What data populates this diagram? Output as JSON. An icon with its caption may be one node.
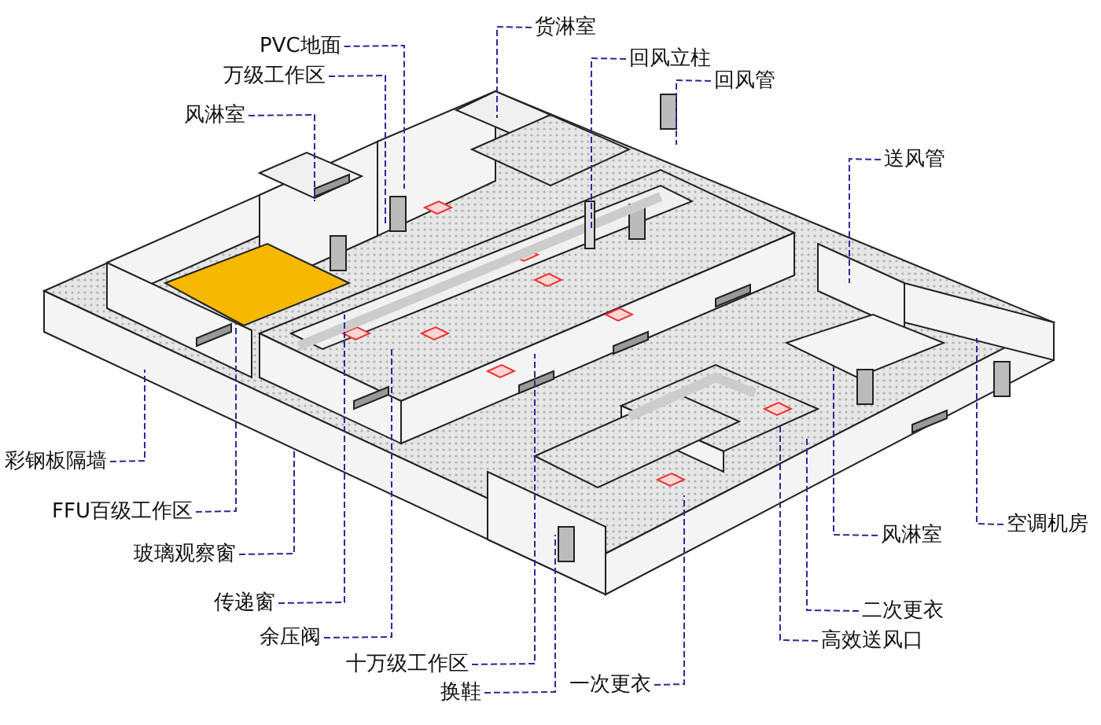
{
  "diagram": {
    "nodes": [
      {
        "text": [
          "PVC地面"
        ]
      },
      {
        "text": [
          "万级工作区"
        ]
      },
      {
        "text": [
          "风淋室"
        ]
      },
      {
        "text": [
          "货淋室"
        ]
      },
      {
        "text": [
          "回风立柱"
        ]
      },
      {
        "text": [
          "回风管"
        ]
      },
      {
        "text": [
          "送风管"
        ]
      },
      {
        "text": [
          "彩钢板隔墙"
        ]
      },
      {
        "text": [
          "FFU百级工作区"
        ]
      },
      {
        "text": [
          "玻璃观察窗"
        ]
      },
      {
        "text": [
          "传递窗"
        ]
      },
      {
        "text": [
          "余压阀"
        ]
      },
      {
        "text": [
          "十万级工作区"
        ]
      },
      {
        "text": [
          "换鞋"
        ]
      },
      {
        "text": [
          "一次更衣"
        ]
      },
      {
        "text": [
          "风淋室"
        ]
      },
      {
        "text": [
          "二次更衣"
        ]
      },
      {
        "text": [
          "高效送风口"
        ]
      },
      {
        "text": [
          "空调机房"
        ]
      }
    ],
    "edges": [
      {
        "from": 0,
        "to": null,
        "arrow": "none",
        "style": "dashed"
      },
      {
        "from": 1,
        "to": null,
        "arrow": "none",
        "style": "dashed"
      },
      {
        "from": 2,
        "to": null,
        "arrow": "none",
        "style": "dashed"
      },
      {
        "from": 3,
        "to": null,
        "arrow": "none",
        "style": "dashed"
      },
      {
        "from": 4,
        "to": null,
        "arrow": "none",
        "style": "dashed"
      },
      {
        "from": 5,
        "to": null,
        "arrow": "none",
        "style": "dashed"
      },
      {
        "from": 6,
        "to": null,
        "arrow": "none",
        "style": "dashed"
      },
      {
        "from": 7,
        "to": null,
        "arrow": "none",
        "style": "dashed"
      },
      {
        "from": 8,
        "to": null,
        "arrow": "none",
        "style": "dashed"
      },
      {
        "from": 9,
        "to": null,
        "arrow": "none",
        "style": "dashed"
      },
      {
        "from": 10,
        "to": null,
        "arrow": "none",
        "style": "dashed"
      },
      {
        "from": 11,
        "to": null,
        "arrow": "none",
        "style": "dashed"
      },
      {
        "from": 12,
        "to": null,
        "arrow": "none",
        "style": "dashed"
      },
      {
        "from": 13,
        "to": null,
        "arrow": "none",
        "style": "dashed"
      },
      {
        "from": 14,
        "to": null,
        "arrow": "none",
        "style": "dashed"
      },
      {
        "from": 15,
        "to": null,
        "arrow": "none",
        "style": "dashed"
      },
      {
        "from": 16,
        "to": null,
        "arrow": "none",
        "style": "dashed"
      },
      {
        "from": 17,
        "to": null,
        "arrow": "none",
        "style": "dashed"
      },
      {
        "from": 18,
        "to": null,
        "arrow": "none",
        "style": "dashed"
      }
    ]
  }
}
